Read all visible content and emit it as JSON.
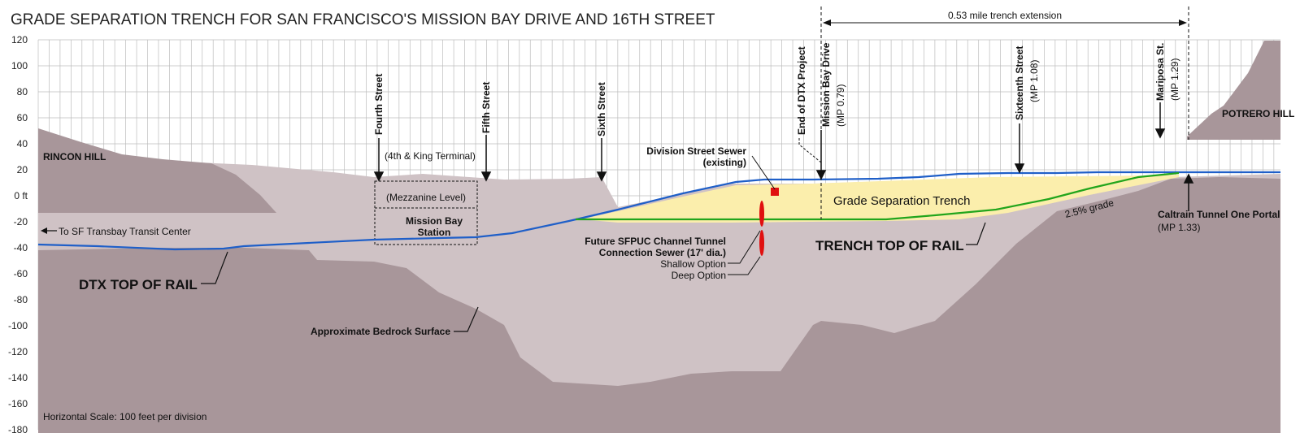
{
  "title": "GRADE SEPARATION TRENCH FOR SAN FRANCISCO'S MISSION BAY DRIVE AND 16TH STREET",
  "extension_label": "0.53 mile trench extension",
  "y_axis": {
    "ticks": [
      "120",
      "100",
      "80",
      "60",
      "40",
      "20",
      "0 ft",
      "-20",
      "-40",
      "-60",
      "-80",
      "-100",
      "-120",
      "-140",
      "-160",
      "-180"
    ]
  },
  "streets": {
    "fourth": "Fourth Street",
    "fifth": "Fifth Street",
    "sixth": "Sixth Street",
    "dtx_end": "End of DTX Project",
    "mission_bay": "Mission Bay Drive",
    "mission_bay_mp": "(MP 0.79)",
    "sixteenth": "Sixteenth Street",
    "sixteenth_mp": "(MP 1.08)",
    "mariposa": "Mariposa St.",
    "mariposa_mp": "(MP 1.29)"
  },
  "labels": {
    "rincon_hill": "RINCON HILL",
    "potrero_hill": "POTRERO HILL",
    "terminal": "(4th & King Terminal)",
    "mezzanine": "(Mezzanine Level)",
    "station_1": "Mission Bay",
    "station_2": "Station",
    "transbay": "To SF Transbay Transit Center",
    "division_1": "Division Street Sewer",
    "division_2": "(existing)",
    "trench": "Grade Separation Trench",
    "grade": "2.5% grade",
    "sfpuc_1": "Future SFPUC Channel Tunnel",
    "sfpuc_2": "Connection Sewer (17' dia.)",
    "shallow": "Shallow Option",
    "deep": "Deep Option",
    "trench_rail": "TRENCH TOP OF RAIL",
    "dtx_rail": "DTX TOP OF RAIL",
    "bedrock": "Approximate Bedrock Surface",
    "portal_1": "Caltrain Tunnel One Portal",
    "portal_2": "(MP 1.33)",
    "scale": "Horizontal Scale: 100 feet per division"
  },
  "colors": {
    "bedrock": "#a8969a",
    "soil": "#cfc2c5",
    "trench": "#fbeeac",
    "dtx_rail": "#1f5fc8",
    "trench_rail": "#22a51c",
    "sewer": "#e01010"
  }
}
